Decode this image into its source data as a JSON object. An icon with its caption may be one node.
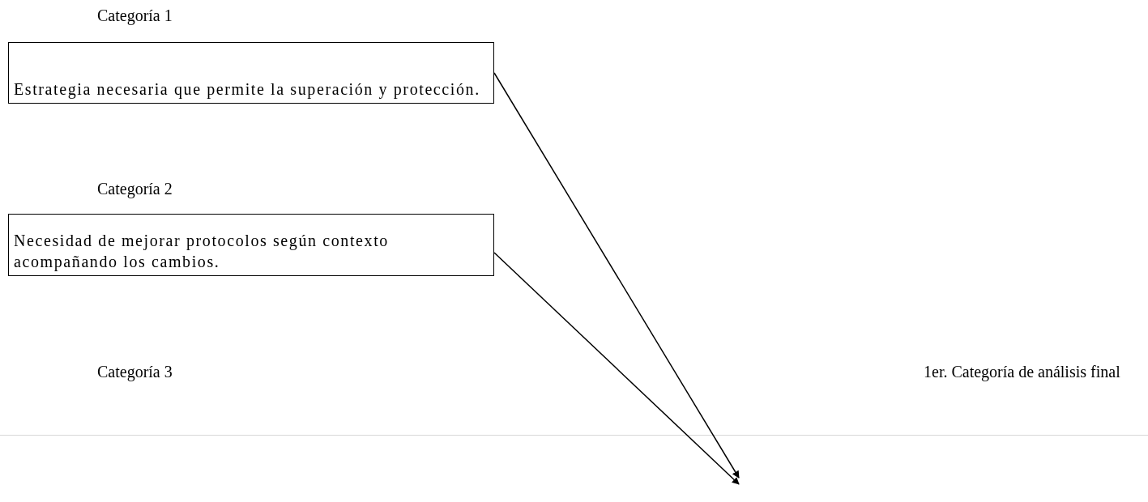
{
  "diagram": {
    "nodes": [
      {
        "text": [
          "Categoría 1",
          "Estrategia necesaria que permite la superación y protección."
        ]
      },
      {
        "text": [
          "Categoría 2",
          "Necesidad de mejorar protocolos según contexto acompañando los cambios."
        ]
      }
    ],
    "edges": [
      {
        "from": 0,
        "to": null,
        "arrow": "to"
      },
      {
        "from": 1,
        "to": null,
        "arrow": "to"
      }
    ],
    "labels": [
      "Categoría 3",
      "1er. Categoría de análisis final"
    ]
  }
}
